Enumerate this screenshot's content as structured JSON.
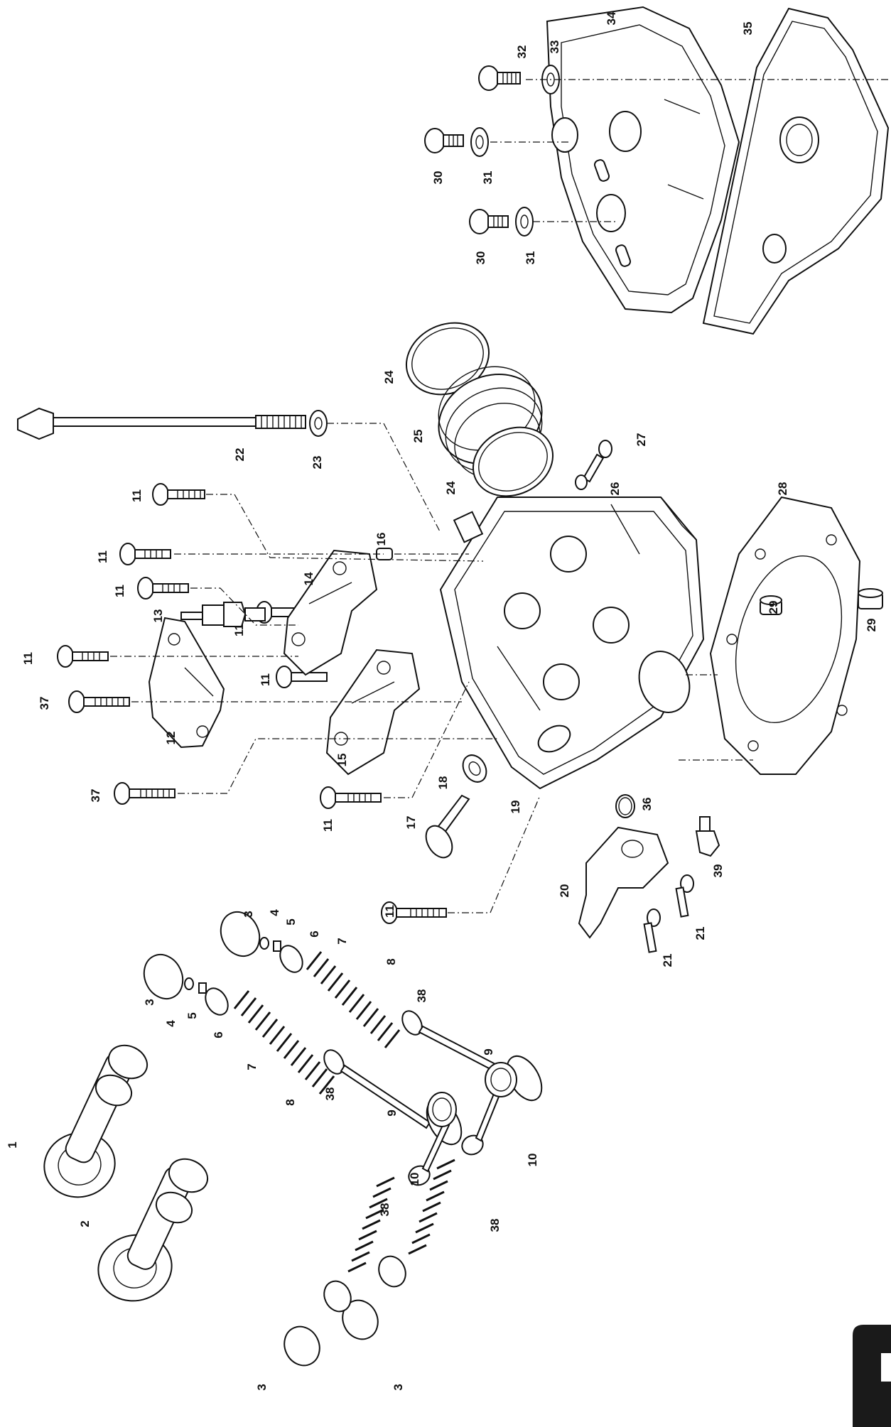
{
  "diagram": {
    "type": "exploded-parts-view",
    "subject": "cylinder head assembly",
    "line_color": "#111111",
    "background_color": "#ffffff",
    "tab_color": "#1a1a1a",
    "callouts": [
      {
        "id": "c1",
        "label": "1"
      },
      {
        "id": "c2",
        "label": "2"
      },
      {
        "id": "c3a",
        "label": "3"
      },
      {
        "id": "c3b",
        "label": "3"
      },
      {
        "id": "c3c",
        "label": "3"
      },
      {
        "id": "c3d",
        "label": "3"
      },
      {
        "id": "c4a",
        "label": "4"
      },
      {
        "id": "c4b",
        "label": "4"
      },
      {
        "id": "c5a",
        "label": "5"
      },
      {
        "id": "c5b",
        "label": "5"
      },
      {
        "id": "c6a",
        "label": "6"
      },
      {
        "id": "c6b",
        "label": "6"
      },
      {
        "id": "c7a",
        "label": "7"
      },
      {
        "id": "c7b",
        "label": "7"
      },
      {
        "id": "c8a",
        "label": "8"
      },
      {
        "id": "c8b",
        "label": "8"
      },
      {
        "id": "c9a",
        "label": "9"
      },
      {
        "id": "c9b",
        "label": "9"
      },
      {
        "id": "c10a",
        "label": "10"
      },
      {
        "id": "c10b",
        "label": "10"
      },
      {
        "id": "c11a",
        "label": "11"
      },
      {
        "id": "c11b",
        "label": "11"
      },
      {
        "id": "c11c",
        "label": "11"
      },
      {
        "id": "c11d",
        "label": "11"
      },
      {
        "id": "c11e",
        "label": "11"
      },
      {
        "id": "c11f",
        "label": "11"
      },
      {
        "id": "c11g",
        "label": "11"
      },
      {
        "id": "c11h",
        "label": "11"
      },
      {
        "id": "c12",
        "label": "12"
      },
      {
        "id": "c13",
        "label": "13"
      },
      {
        "id": "c14",
        "label": "14"
      },
      {
        "id": "c15",
        "label": "15"
      },
      {
        "id": "c16",
        "label": "16"
      },
      {
        "id": "c17",
        "label": "17"
      },
      {
        "id": "c18",
        "label": "18"
      },
      {
        "id": "c19",
        "label": "19"
      },
      {
        "id": "c20",
        "label": "20"
      },
      {
        "id": "c21a",
        "label": "21"
      },
      {
        "id": "c21b",
        "label": "21"
      },
      {
        "id": "c22",
        "label": "22"
      },
      {
        "id": "c23",
        "label": "23"
      },
      {
        "id": "c24a",
        "label": "24"
      },
      {
        "id": "c24b",
        "label": "24"
      },
      {
        "id": "c25",
        "label": "25"
      },
      {
        "id": "c26",
        "label": "26"
      },
      {
        "id": "c27",
        "label": "27"
      },
      {
        "id": "c28",
        "label": "28"
      },
      {
        "id": "c29a",
        "label": "29"
      },
      {
        "id": "c29b",
        "label": "29"
      },
      {
        "id": "c30a",
        "label": "30"
      },
      {
        "id": "c30b",
        "label": "30"
      },
      {
        "id": "c31a",
        "label": "31"
      },
      {
        "id": "c31b",
        "label": "31"
      },
      {
        "id": "c32",
        "label": "32"
      },
      {
        "id": "c33",
        "label": "33"
      },
      {
        "id": "c34",
        "label": "34"
      },
      {
        "id": "c35",
        "label": "35"
      },
      {
        "id": "c36",
        "label": "36"
      },
      {
        "id": "c37a",
        "label": "37"
      },
      {
        "id": "c37b",
        "label": "37"
      },
      {
        "id": "c38a",
        "label": "38"
      },
      {
        "id": "c38b",
        "label": "38"
      },
      {
        "id": "c38c",
        "label": "38"
      },
      {
        "id": "c38d",
        "label": "38"
      },
      {
        "id": "c39",
        "label": "39"
      }
    ]
  }
}
